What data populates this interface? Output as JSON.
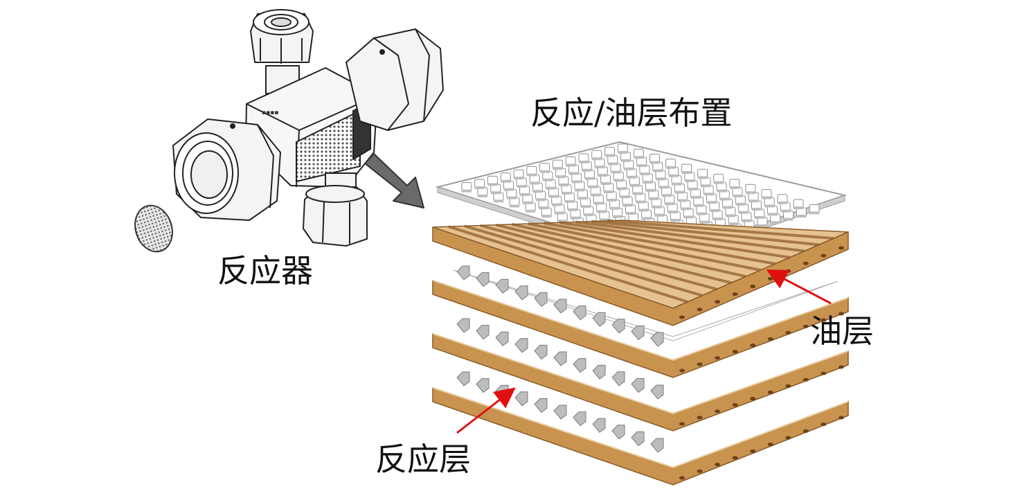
{
  "labels": {
    "arrangement": "反应/油层布置",
    "reactor": "反应器",
    "oil_layer": "油层",
    "reaction_layer": "反应层"
  },
  "colors": {
    "background": "#ffffff",
    "line": "#222222",
    "metal_fill": "#f4f4f4",
    "mesh": "#555555",
    "oil_layer": "#c8934f",
    "oil_layer_edge": "#8a5a26",
    "reaction_layer": "#ffffff",
    "bump": "#bdbdbd",
    "bump_shadow": "#8d8d8d",
    "grey_arrow": "#6a6a6a",
    "red_arrow": "#e01010",
    "text": "#111111"
  },
  "icons": {
    "reactor": "reactor-fitting-icon",
    "filter_disc": "filter-disc-icon",
    "direction_arrow": "thick-arrow-right-down-icon",
    "pointer_arrow": "red-arrow-icon"
  }
}
